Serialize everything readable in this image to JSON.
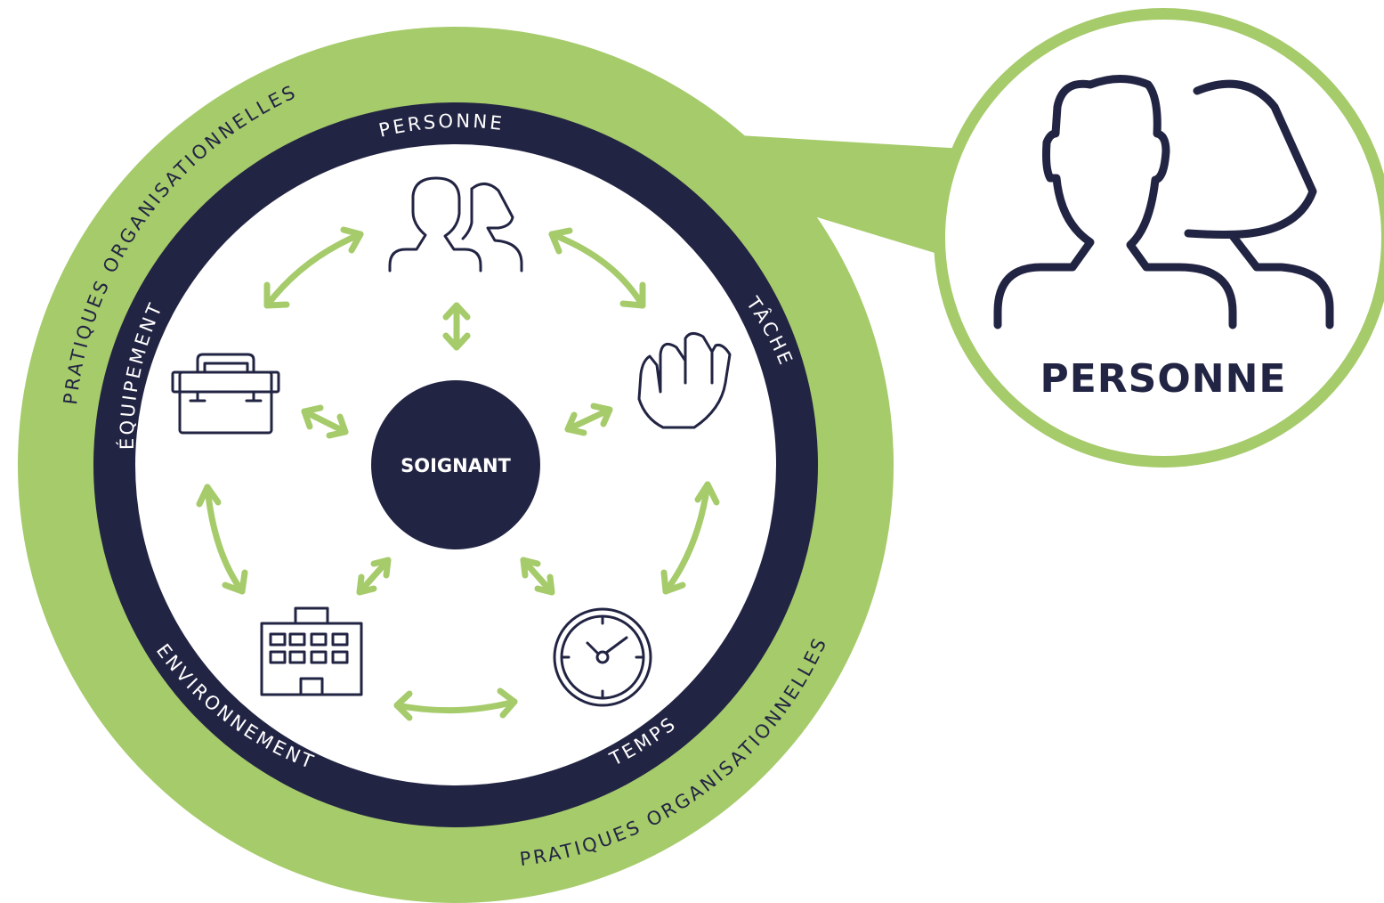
{
  "colors": {
    "green": "#a6cb6b",
    "navy": "#222443",
    "white": "#ffffff"
  },
  "diagram": {
    "outer_ring_label_top": "PRATIQUES ORGANISATIONNELLES",
    "outer_ring_label_bottom": "PRATIQUES ORGANISATIONNELLES",
    "center_label": "SOIGNANT",
    "inner_ring_labels": {
      "personne": "PERSONNE",
      "tache": "TÂCHE",
      "temps": "TEMPS",
      "environnement": "ENVIRONNEMENT",
      "equipement": "ÉQUIPEMENT"
    },
    "icons": [
      "people-icon",
      "hand-icon",
      "clock-icon",
      "building-icon",
      "toolbox-icon"
    ]
  },
  "callout": {
    "title": "PERSONNE",
    "icon": "people-icon"
  }
}
